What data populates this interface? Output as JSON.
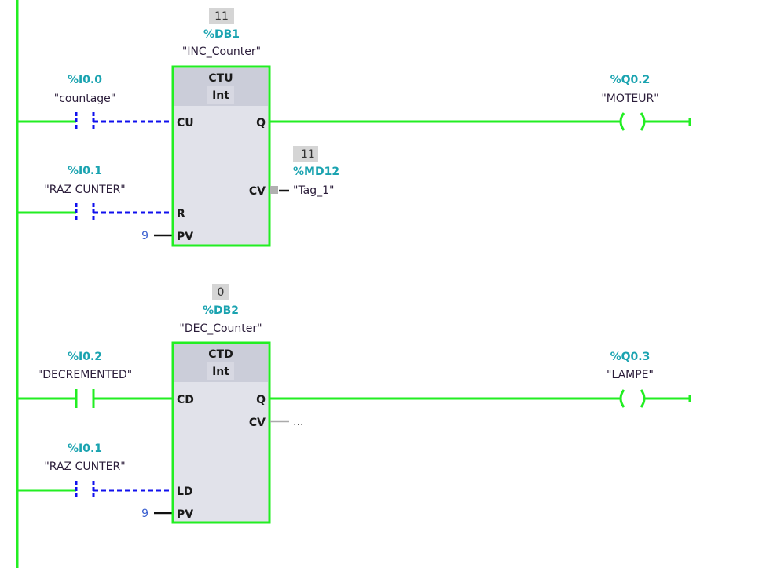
{
  "colors": {
    "power": "#22ee22",
    "inactive": "#1010ee",
    "wire": "#111111",
    "gray_wire": "#aaaaaa",
    "box_fill": "#e1e2ea",
    "header_fill": "#cbcdd9",
    "value_box": "#d5d5d5"
  },
  "networks": [
    {
      "block": {
        "type": "CTU",
        "datatype": "Int",
        "instance_value": "11",
        "instance_address": "%DB1",
        "instance_name": "\"INC_Counter\"",
        "pins_in": [
          "CU",
          "R",
          "PV"
        ],
        "pins_out": [
          "Q",
          "CV"
        ],
        "pv_constant": "9",
        "cv_value": "11",
        "cv_address": "%MD12",
        "cv_symbol": "\"Tag_1\""
      },
      "contacts": [
        {
          "address": "%I0.0",
          "symbol": "\"countage\"",
          "state": "off"
        },
        {
          "address": "%I0.1",
          "symbol": "\"RAZ CUNTER\"",
          "state": "off"
        }
      ],
      "coil": {
        "address": "%Q0.2",
        "symbol": "\"MOTEUR\"",
        "state": "on"
      }
    },
    {
      "block": {
        "type": "CTD",
        "datatype": "Int",
        "instance_value": "0",
        "instance_address": "%DB2",
        "instance_name": "\"DEC_Counter\"",
        "pins_in": [
          "CD",
          "LD",
          "PV"
        ],
        "pins_out": [
          "Q",
          "CV"
        ],
        "pv_constant": "9",
        "cv_placeholder": "..."
      },
      "contacts": [
        {
          "address": "%I0.2",
          "symbol": "\"DECREMENTED\"",
          "state": "on"
        },
        {
          "address": "%I0.1",
          "symbol": "\"RAZ CUNTER\"",
          "state": "off"
        }
      ],
      "coil": {
        "address": "%Q0.3",
        "symbol": "\"LAMPE\"",
        "state": "on"
      }
    }
  ]
}
